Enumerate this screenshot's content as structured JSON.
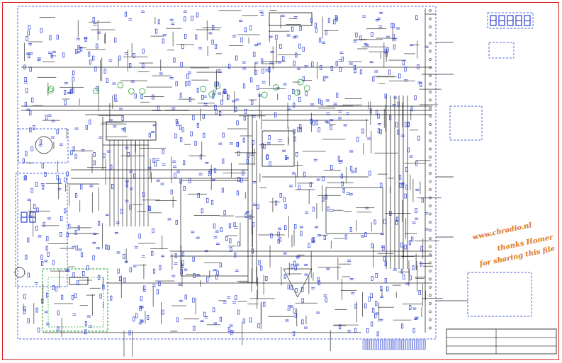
{
  "diagram": {
    "labels": [
      "www.cbradio.nl",
      "thanks Homer",
      "for sharing this file"
    ]
  }
}
